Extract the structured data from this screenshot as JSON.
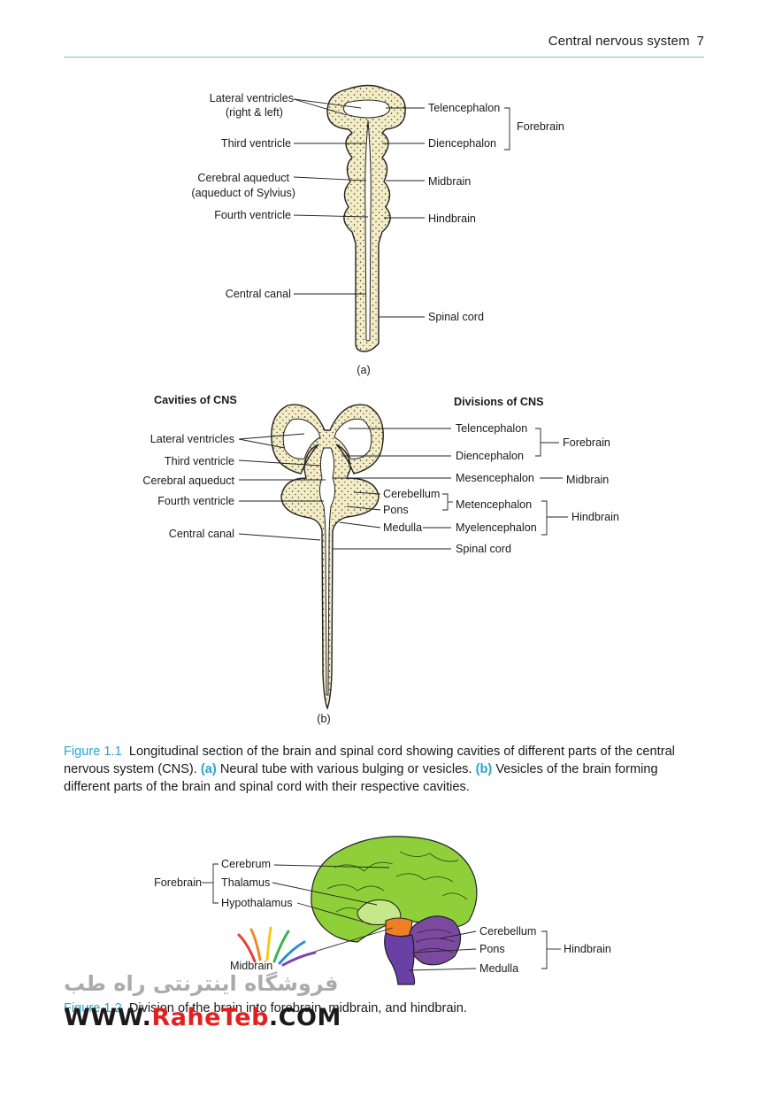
{
  "header": {
    "title": "Central nervous system",
    "page_number": "7"
  },
  "figure_a": {
    "left_labels": [
      "Lateral ventricles",
      "(right & left)",
      "Third ventricle",
      "Cerebral aqueduct",
      "(aqueduct of Sylvius)",
      "Fourth ventricle",
      "Central canal"
    ],
    "right_labels": [
      "Telencephalon",
      "Diencephalon",
      "Midbrain",
      "Hindbrain",
      "Spinal cord"
    ],
    "group_label": "Forebrain",
    "panel": "(a)"
  },
  "figure_b": {
    "heading_left": "Cavities of CNS",
    "heading_right": "Divisions of CNS",
    "left_labels": [
      "Lateral ventricles",
      "Third ventricle",
      "Cerebral aqueduct",
      "Fourth ventricle",
      "Central canal"
    ],
    "inner_labels": [
      "Cerebellum",
      "Pons",
      "Medulla"
    ],
    "right_labels": [
      "Telencephalon",
      "Diencephalon",
      "Mesencephalon",
      "Metencephalon",
      "Myelencephalon",
      "Spinal cord"
    ],
    "group_labels": [
      "Forebrain",
      "Midbrain",
      "Hindbrain"
    ],
    "panel": "(b)"
  },
  "caption_1": {
    "figure_label": "Figure 1.1",
    "text_1": "Longitudinal section of the brain and spinal cord showing cavities of different parts of the central nervous system (CNS).",
    "a_label": "(a)",
    "text_2": "Neural tube with various bulging or vesicles.",
    "b_label": "(b)",
    "text_3": "Vesicles of the brain forming different parts of the brain and spinal cord with their respective cavities."
  },
  "figure_2": {
    "forebrain_label": "Forebrain",
    "forebrain_parts": [
      "Cerebrum",
      "Thalamus",
      "Hypothalamus"
    ],
    "midbrain_label": "Midbrain",
    "hindbrain_label": "Hindbrain",
    "hindbrain_parts": [
      "Cerebellum",
      "Pons",
      "Medulla"
    ],
    "colors": {
      "cerebrum": "#8fcf3a",
      "midbrain": "#f07f24",
      "hindbrain": "#7b4a9e",
      "brainstem": "#6a3fa6"
    }
  },
  "caption_2": {
    "figure_label": "Figure 1.2",
    "text": "Division of the brain into forebrain, midbrain, and hindbrain."
  },
  "watermark": {
    "persian": "فروشگاه اینترنتی راه طب",
    "url_prefix": "WWW.",
    "url_brand": "RaheTeb",
    "url_suffix": ".COM"
  },
  "colors": {
    "tube_fill": "#f4ecc4",
    "accent": "#2aa4cc",
    "rule": "#6cc6dd"
  }
}
